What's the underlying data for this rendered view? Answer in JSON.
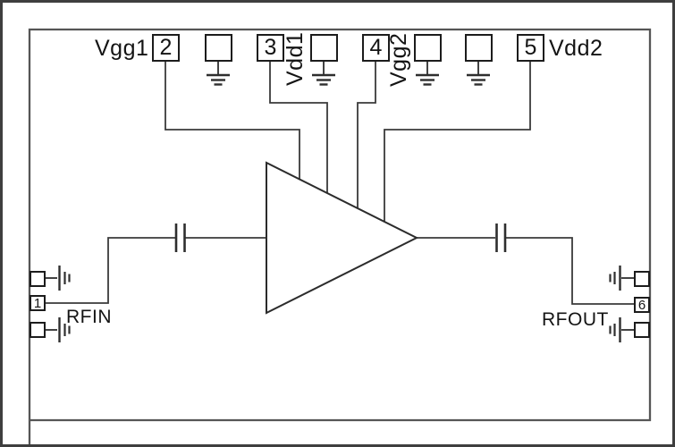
{
  "bias_pads": {
    "vgg1": {
      "pin": "2",
      "label": "Vgg1"
    },
    "vdd1": {
      "pin": "3",
      "label": "Vdd1"
    },
    "vgg2": {
      "pin": "4",
      "label": "Vgg2"
    },
    "vdd2": {
      "pin": "5",
      "label": "Vdd2"
    }
  },
  "rf_ports": {
    "rfin": {
      "pin": "1",
      "label": "RFIN"
    },
    "rfout": {
      "pin": "6",
      "label": "RFOUT"
    }
  },
  "symbols": {
    "amplifier-icon": "right-pointing-triangle",
    "dc-block-capacitor-icon": "parallel-plate-capacitor",
    "ground-icon": "earth-ground-three-bars",
    "rf-ground-capacitor-icon": "capacitor-bars-to-pad",
    "numbered-pad-icon": "square-with-number",
    "ground-pad-icon": "empty-square"
  },
  "colors": {
    "background": "#ffffff",
    "wire": "#3a3a3a",
    "chip_outline": "#565656",
    "outer_border": "#3e3e3e",
    "pad_border": "#1c1c1c",
    "text": "#141414"
  }
}
